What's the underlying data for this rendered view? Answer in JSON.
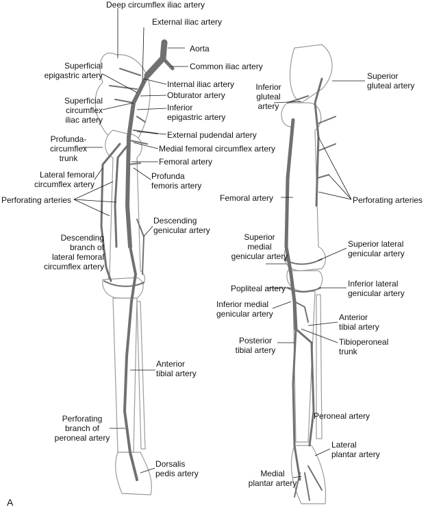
{
  "left_figure": {
    "deep_circumflex_iliac": "Deep circumflex iliac artery",
    "external_iliac": "External iliac artery",
    "aorta": "Aorta",
    "common_iliac": "Common iliac artery",
    "superficial_epigastric": "Superficial\nepigastric artery",
    "internal_iliac": "Internal iliac artery",
    "obturator": "Obturator artery",
    "inferior_epigastric": "Inferior\nepigastric artery",
    "superficial_circumflex_iliac": "Superficial\ncircumflex\niliac artery",
    "external_pudendal": "External pudendal artery",
    "profunda_circumflex_trunk": "Profunda-\ncircumflex\ntrunk",
    "medial_femoral_circumflex": "Medial femoral circumflex artery",
    "femoral": "Femoral artery",
    "lateral_femoral_circumflex": "Lateral femoral\ncircumflex artery",
    "profunda_femoris": "Profunda\nfemoris artery",
    "perforating": "Perforating arteries",
    "descending_genicular": "Descending\ngenicular artery",
    "descending_branch": "Descending\nbranch of\nlateral femoral\ncircumflex artery",
    "anterior_tibial": "Anterior\ntibial artery",
    "perforating_peroneal": "Perforating\nbranch of\nperoneal artery",
    "dorsalis_pedis": "Dorsalis\npedis artery"
  },
  "right_figure": {
    "superior_gluteal": "Superior\ngluteal artery",
    "inferior_gluteal": "Inferior\ngluteal\nartery",
    "femoral": "Femoral artery",
    "perforating": "Perforating arteries",
    "superior_medial_genicular": "Superior\nmedial\ngenicular artery",
    "superior_lateral_genicular": "Superior lateral\ngenicular artery",
    "popliteal": "Popliteal artery",
    "inferior_lateral_genicular": "Inferior lateral\ngenicular artery",
    "inferior_medial_genicular": "Inferior medial\ngenicular artery",
    "anterior_tibial": "Anterior\ntibial artery",
    "tibioperoneal_trunk": "Tibioperoneal\ntrunk",
    "posterior_tibial": "Posterior\ntibial artery",
    "peroneal": "Peroneal artery",
    "lateral_plantar": "Lateral\nplantar artery",
    "medial_plantar": "Medial\nplantar artery"
  },
  "panel_letter": "A",
  "colors": {
    "artery": "#707070",
    "bone": "#9a9a9a",
    "text": "#111111"
  }
}
